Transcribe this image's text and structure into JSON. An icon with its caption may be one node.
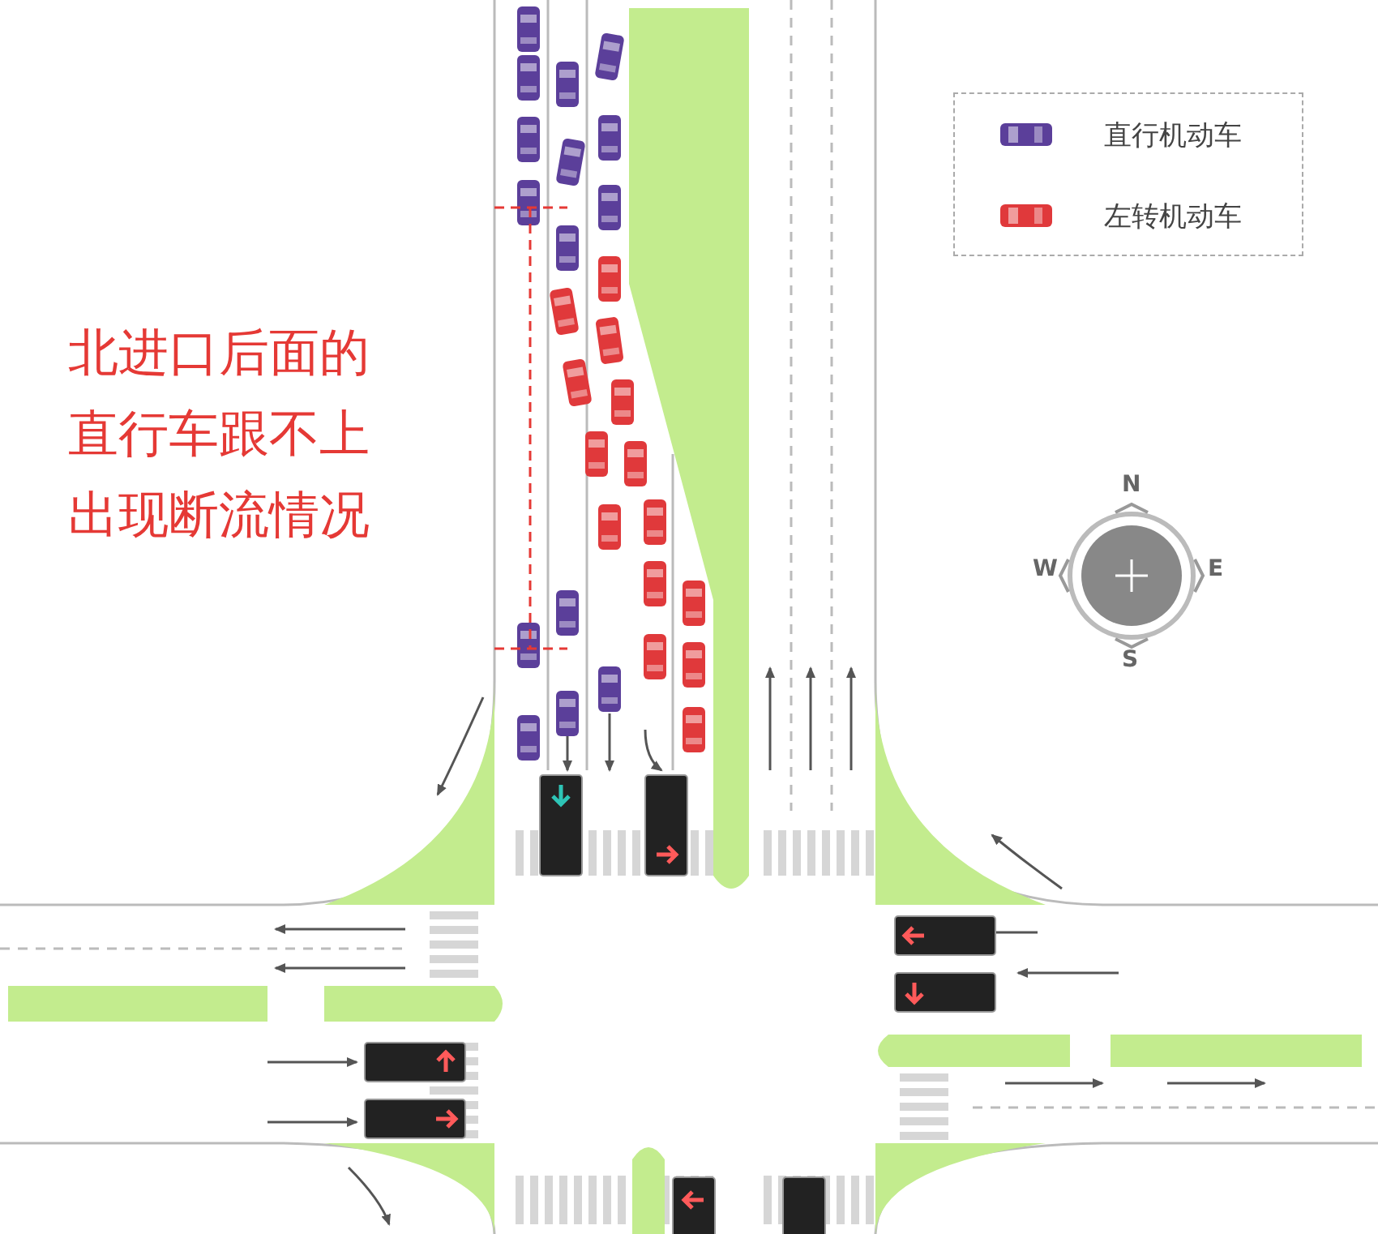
{
  "diagram": {
    "labels": [
      "北进口后面的直行车跟不上出现断流情况",
      "N",
      "W",
      "E",
      "S"
    ],
    "legend": [
      {
        "text": "直行机动车",
        "color": "#5b3f9a"
      },
      {
        "text": "左转机动车",
        "color": "#e0393b"
      }
    ]
  }
}
